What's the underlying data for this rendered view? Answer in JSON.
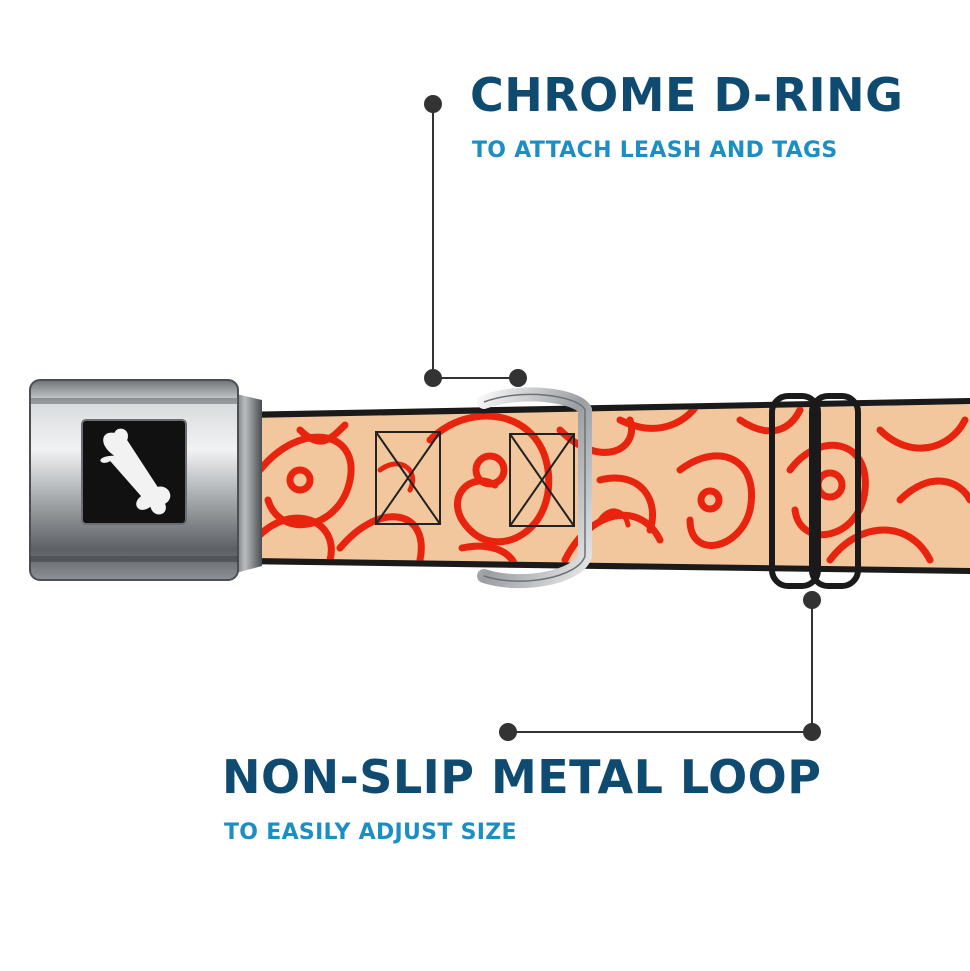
{
  "callouts": {
    "d_ring": {
      "title": "CHROME D-RING",
      "subtitle": "TO ATTACH LEASH AND TAGS"
    },
    "metal_loop": {
      "title": "NON-SLIP METAL LOOP",
      "subtitle": "TO EASILY ADJUST SIZE"
    }
  },
  "colors": {
    "title": "#0f4b70",
    "subtitle": "#1b8fc4",
    "collar_base": "#f2c79e",
    "paisley": "#e8240f",
    "buckle_chrome": "#a9adb1",
    "buckle_logo_bg": "#111111",
    "leader_line": "#333333"
  },
  "icons": {
    "buckle_logo": "bone-icon"
  }
}
